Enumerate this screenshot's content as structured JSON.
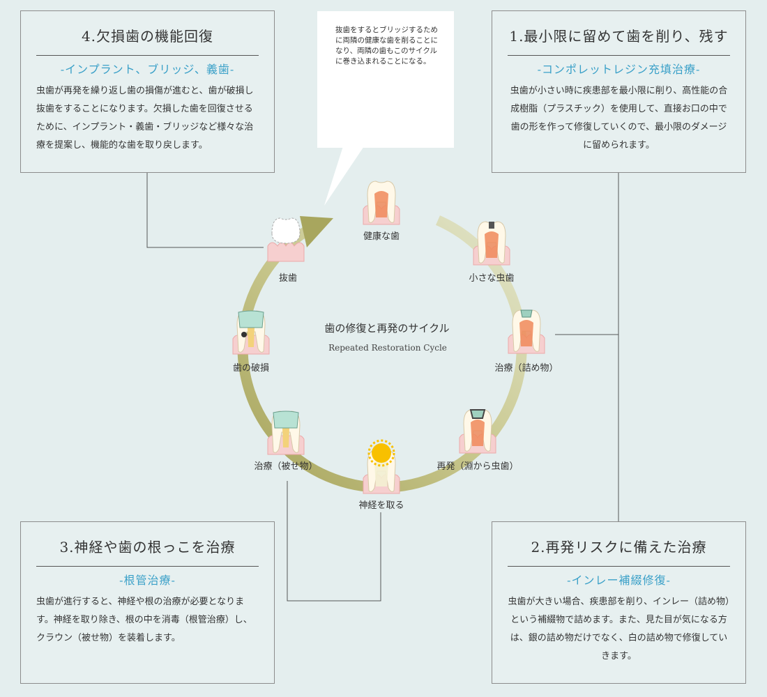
{
  "center": {
    "title": "歯の修復と再発のサイクル",
    "subtitle": "Repeated Restoration Cycle"
  },
  "callout": {
    "text": "抜歯をするとブリッジするために両隣の健康な歯を削ることになり、両隣の歯もこのサイクルに巻き込まれることになる。"
  },
  "stages": {
    "healthy": "健康な歯",
    "small_caries": "小さな虫歯",
    "filling": "治療（詰め物）",
    "recurrence": "再発（淵から虫歯）",
    "nerve": "神経を取る",
    "crown": "治療（被せ物）",
    "fracture": "歯の破損",
    "extraction": "抜歯"
  },
  "boxes": {
    "b1": {
      "title": "1.最小限に留めて歯を削り、残す",
      "subtitle": "-コンポレットレジン充填治療-",
      "body": "虫歯が小さい時に疾患部を最小限に削り、高性能の合成樹脂（プラスチック）を使用して、直接お口の中で歯の形を作って修復していくので、最小限のダメージに留められます。"
    },
    "b2": {
      "title": "2.再発リスクに備えた治療",
      "subtitle": "-インレー補綴修復-",
      "body": "虫歯が大きい場合、疾患部を削り、インレー（詰め物）という補綴物で詰めます。また、見た目が気になる方は、銀の詰め物だけでなく、白の詰め物で修復していきます。"
    },
    "b3": {
      "title": "3.神経や歯の根っこを治療",
      "subtitle": "-根管治療-",
      "body": "虫歯が進行すると、神経や根の治療が必要となります。神経を取り除き、根の中を消毒（根管治療）し、クラウン（被せ物）を装着します。"
    },
    "b4": {
      "title": "4.欠損歯の機能回復",
      "subtitle": "-インプラント、ブリッジ、義歯-",
      "body": "虫歯が再発を繰り返し歯の損傷が進むと、歯が破損し抜歯をすることになります。欠損した歯を回復させるために、インプラント・義歯・ブリッジなど様々な治療を提案し、機能的な歯を取り戻します。"
    }
  },
  "colors": {
    "background": "#e4eeee",
    "accent": "#3aa0c8",
    "arrow": "#a8a65e",
    "gum": "#f5c9c9",
    "pulp": "#f08a5a"
  }
}
